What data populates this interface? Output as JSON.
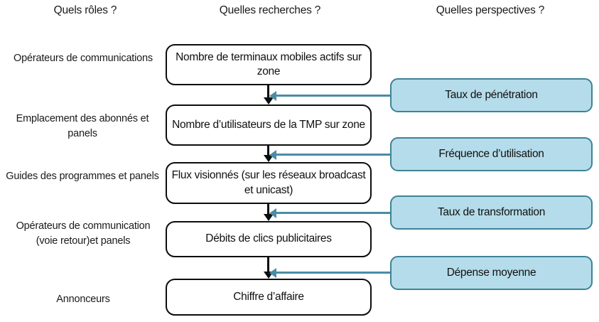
{
  "diagram": {
    "columns": [
      {
        "id": "roles",
        "header": "Quels rôles ?"
      },
      {
        "id": "recherches",
        "header": "Quelles recherches ?"
      },
      {
        "id": "perspectives",
        "header": "Quelles perspectives ?"
      }
    ],
    "roles": [
      {
        "label": "Opérateurs de communications"
      },
      {
        "label": "Emplacement des abonnés et panels"
      },
      {
        "label": "Guides des programmes et panels"
      },
      {
        "label": "Opérateurs de communication (voie retour)et panels"
      },
      {
        "label": "Annonceurs"
      }
    ],
    "process_steps": [
      {
        "label": "Nombre de terminaux mobiles actifs sur zone"
      },
      {
        "label": "Nombre d’utilisateurs de la TMP sur zone"
      },
      {
        "label": "Flux visionnés (sur les réseaux broadcast et unicast)"
      },
      {
        "label": "Débits de clics publicitaires"
      },
      {
        "label": "Chiffre d’affaire"
      }
    ],
    "perspectives": [
      {
        "label": "Taux de pénétration"
      },
      {
        "label": "Fréquence d’utilisation"
      },
      {
        "label": "Taux de transformation"
      },
      {
        "label": "Dépense moyenne"
      }
    ],
    "colors": {
      "perspective_fill": "#b5dcea",
      "perspective_border": "#3f8298",
      "perspective_arrow": "#4a8ca6",
      "process_border": "#0d0d0d",
      "process_fill": "#ffffff",
      "flow_arrow": "#0d0d0d",
      "background": "#ffffff",
      "text": "#111111"
    }
  }
}
